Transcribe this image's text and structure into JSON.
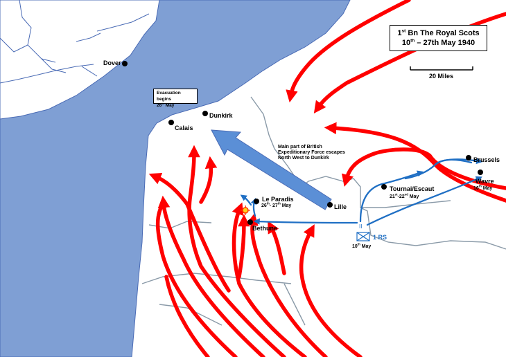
{
  "title": {
    "line1_pre": "1",
    "line1_sup": "st",
    "line1_post": " Bn The Royal Scots",
    "line2_pre": "10",
    "line2_sup": "th",
    "line2_post": " – 27th May 1940"
  },
  "scale_bar": {
    "label": "20 Miles"
  },
  "evacuation_note": {
    "line1": "Evacuation begins",
    "day": "26",
    "day_sup": "th",
    "month": " May"
  },
  "escape_note": {
    "line1": "Main part of British",
    "line2": "Expeditionary Force escapes",
    "line3": "North West to Dunkirk"
  },
  "towns": {
    "dover": "Dover",
    "dunkirk": "Dunkirk",
    "calais": "Calais",
    "lille": "Lille",
    "bethune": "Bethune",
    "le_paradis": "Le Paradis",
    "le_paradis_date_a": "26",
    "le_paradis_date_a_sup": "th",
    "le_paradis_date_b": "- 27",
    "le_paradis_date_b_sup": "th",
    "le_paradis_date_c": " May",
    "tournai": "Tournai/Escaut",
    "tournai_date_a": "21",
    "tournai_date_a_sup": "st",
    "tournai_date_b": "-22",
    "tournai_date_b_sup": "nd",
    "tournai_date_c": " May",
    "brussels": "Brussels",
    "wavre": "Wavre",
    "wavre_date": "16",
    "wavre_date_sup": "th",
    "wavre_date_post": " May"
  },
  "unit": {
    "label": "1 RS",
    "size_marker": "II",
    "date": "10",
    "date_sup": "th",
    "date_post": " May"
  },
  "colors": {
    "sea": "#7f9fd4",
    "sea_edge": "#4a6bb5",
    "german_arrows": "#ff0000",
    "british_moves": "#1f6fc4",
    "bef_escape": "#5b8fd6",
    "borders_rivers": "#8a9aa8"
  }
}
